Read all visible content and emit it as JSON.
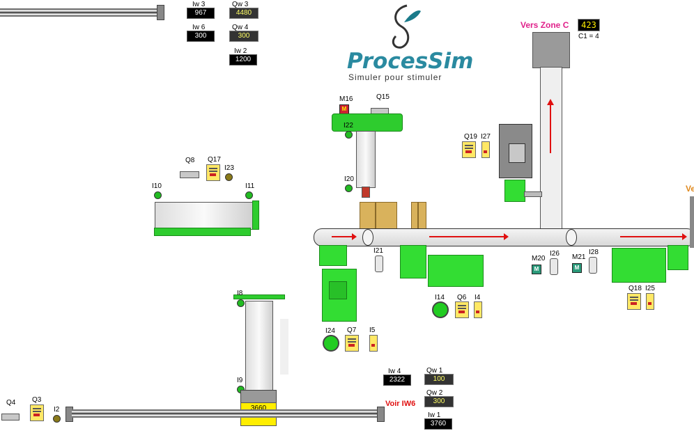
{
  "logo": {
    "brand": "ProcesSim",
    "tagline": "Simuler pour stimuler"
  },
  "words": {
    "iw3": {
      "label": "Iw 3",
      "value": "967"
    },
    "qw3": {
      "label": "Qw 3",
      "value": "4480"
    },
    "iw6": {
      "label": "Iw 6",
      "value": "300"
    },
    "qw4": {
      "label": "Qw 4",
      "value": "300"
    },
    "iw2": {
      "label": "Iw 2",
      "value": "1200"
    },
    "iw4": {
      "label": "Iw 4",
      "value": "2322"
    },
    "qw1": {
      "label": "Qw 1",
      "value": "100"
    },
    "qw2": {
      "label": "Qw 2",
      "value": "300"
    },
    "iw1": {
      "label": "Iw 1",
      "value": "3760"
    }
  },
  "zone_c": {
    "label": "Vers Zone C",
    "counter": "423",
    "c1": "C1 = 4"
  },
  "right_edge_label": "Ve",
  "voir_iw6": "Voir IW6",
  "lift_display": "3660",
  "io": {
    "m16": "M16",
    "q15": "Q15",
    "i22": "I22",
    "i20": "I20",
    "q19": "Q19",
    "i27": "I27",
    "q8": "Q8",
    "q17": "Q17",
    "i23": "I23",
    "i10": "I10",
    "i11": "I11",
    "i21": "I21",
    "m20": "M20",
    "i26": "I26",
    "m21": "M21",
    "i28": "I28",
    "q18": "Q18",
    "i25": "I25",
    "i14": "I14",
    "q6": "Q6",
    "i4": "I4",
    "i24": "I24",
    "q7": "Q7",
    "i5": "I5",
    "i8": "I8",
    "i9": "I9",
    "q4": "Q4",
    "q3": "Q3",
    "i2": "I2"
  },
  "icons": {
    "motor": "M"
  },
  "colors": {
    "accent_green": "#2ecc2e",
    "zone_label": "#e0208a",
    "voir_label": "#e01010",
    "arrow": "#e01010"
  }
}
